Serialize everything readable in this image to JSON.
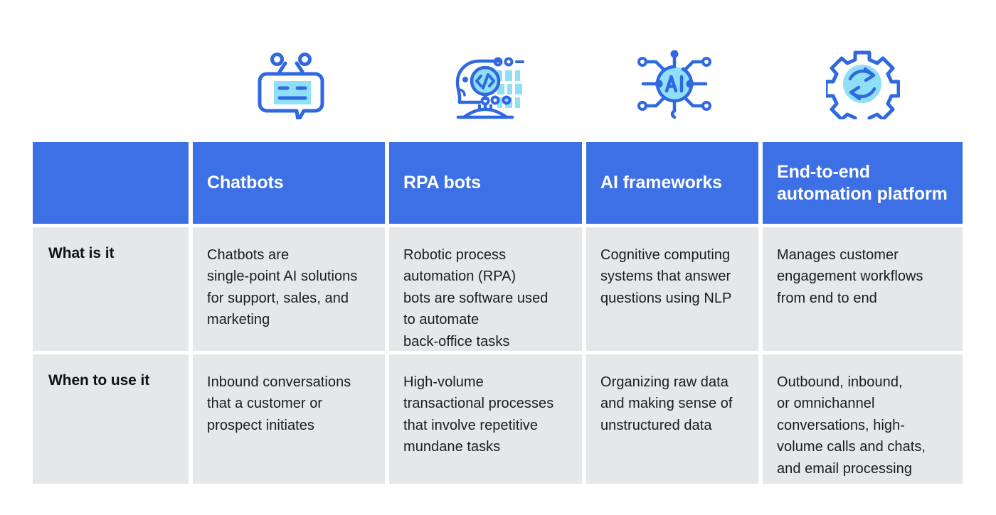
{
  "theme": {
    "page_background": "#ffffff",
    "header_blue": "#3C70E4",
    "cell_gray": "#E5E7E9",
    "icon_stroke_blue": "#2F68E0",
    "icon_fill_blue": "#8FE0F7",
    "header_text": "#ffffff",
    "body_text": "#1c1c1c"
  },
  "icons": [
    {
      "name": "chatbot-icon",
      "label": "Chatbots"
    },
    {
      "name": "rpa-robot-code-icon",
      "label": "RPA bots"
    },
    {
      "name": "ai-network-icon",
      "label": "AI frameworks"
    },
    {
      "name": "gear-sync-icon",
      "label": "End-to-end automation platform"
    }
  ],
  "table": {
    "corner_label": "",
    "columns": [
      "Chatbots",
      "RPA bots",
      "AI frameworks",
      "End-to-end automation platform"
    ],
    "rows": [
      {
        "label": "What is it",
        "cells": [
          "Chatbots are\nsingle-point AI solutions\nfor support, sales, and\nmarketing",
          "Robotic process\nautomation (RPA)\nbots are software used\nto automate\nback-office tasks",
          "Cognitive computing\nsystems that answer\nquestions using NLP",
          "Manages customer\nengagement workflows\nfrom end to end"
        ]
      },
      {
        "label": "When to use it",
        "cells": [
          "Inbound conversations\nthat a customer or\nprospect initiates",
          "High-volume\ntransactional processes\nthat involve repetitive\nmundane tasks",
          "Organizing raw data\nand making sense of\nunstructured data",
          "Outbound, inbound,\nor omnichannel\nconversations, high-\nvolume calls and chats,\nand email processing"
        ]
      }
    ]
  }
}
